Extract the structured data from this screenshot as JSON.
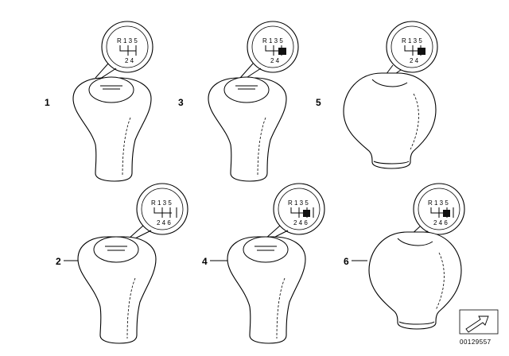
{
  "diagram": {
    "reference_number": "00129557",
    "items": [
      {
        "number": "1",
        "knob_style": "classic",
        "gear_rows": [
          "R 1 3 5",
          "2 4"
        ],
        "sport_mark": false
      },
      {
        "number": "3",
        "knob_style": "classic",
        "gear_rows": [
          "R 1 3 5",
          "2 4"
        ],
        "sport_mark": true
      },
      {
        "number": "5",
        "knob_style": "round",
        "gear_rows": [
          "R 1 3 5",
          "2 4"
        ],
        "sport_mark": true
      },
      {
        "number": "2",
        "knob_style": "classic",
        "gear_rows": [
          "R 1 3 5",
          "2 4 6"
        ],
        "sport_mark": false
      },
      {
        "number": "4",
        "knob_style": "classic",
        "gear_rows": [
          "R 1 3 5",
          "2 4 6"
        ],
        "sport_mark": true
      },
      {
        "number": "6",
        "knob_style": "round",
        "gear_rows": [
          "R 1 3 5",
          "2 4 6"
        ],
        "sport_mark": true
      }
    ],
    "icons": [
      "shift-pattern-icon",
      "arrow-icon"
    ]
  }
}
